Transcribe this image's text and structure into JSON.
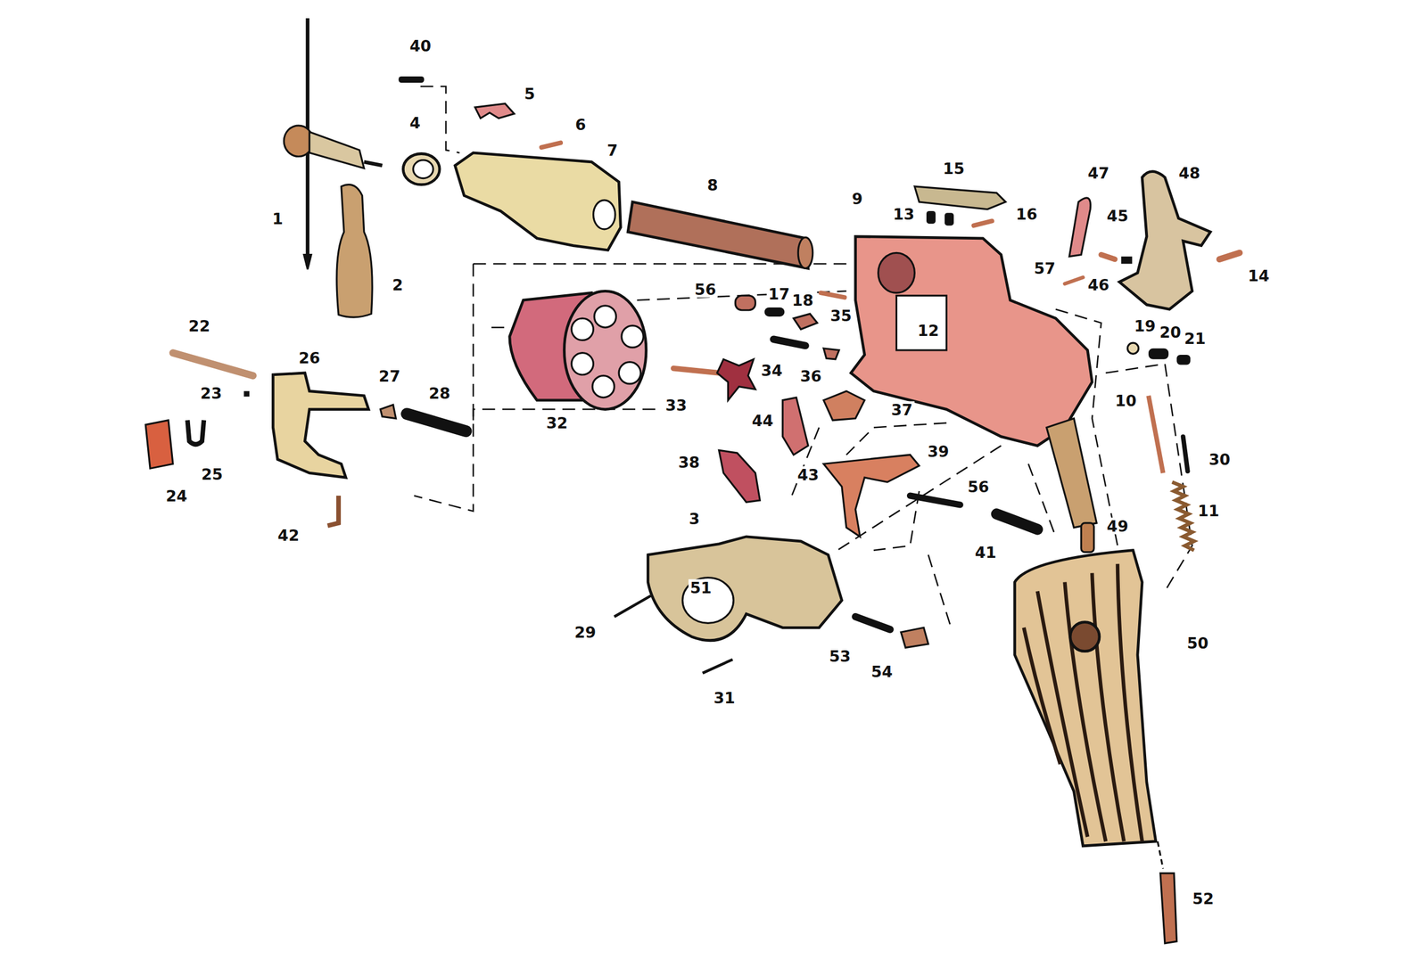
{
  "diagram": {
    "labels": [
      "40",
      "5",
      "6",
      "4",
      "7",
      "1",
      "2",
      "8",
      "15",
      "9",
      "47",
      "48",
      "13",
      "16",
      "45",
      "14",
      "57",
      "46",
      "56",
      "17",
      "18",
      "35",
      "12",
      "19",
      "20",
      "21",
      "22",
      "26",
      "27",
      "28",
      "23",
      "34",
      "36",
      "33",
      "32",
      "37",
      "10",
      "44",
      "30",
      "38",
      "43",
      "39",
      "56",
      "24",
      "25",
      "3",
      "41",
      "49",
      "11",
      "42",
      "51",
      "29",
      "53",
      "54",
      "31",
      "50",
      "52"
    ]
  }
}
